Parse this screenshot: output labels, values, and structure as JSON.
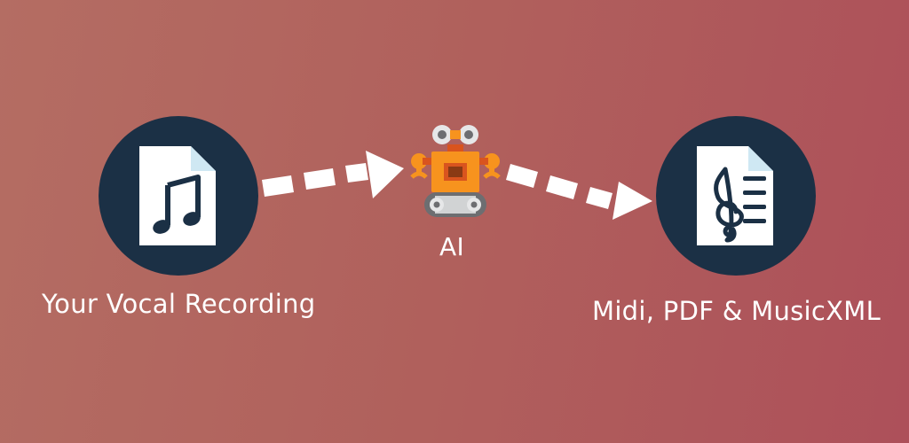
{
  "source": {
    "label": "Your Vocal Recording",
    "icon": "music-note-file-icon"
  },
  "processor": {
    "label": "AI",
    "icon": "robot-icon"
  },
  "output": {
    "label": "Midi, PDF & MusicXML",
    "icon": "sheet-music-file-icon"
  },
  "colors": {
    "circle": "#1b3045",
    "arrow": "#ffffff",
    "robot_orange": "#f7931e",
    "robot_dark": "#d9541e",
    "robot_gray": "#6d6e71"
  }
}
